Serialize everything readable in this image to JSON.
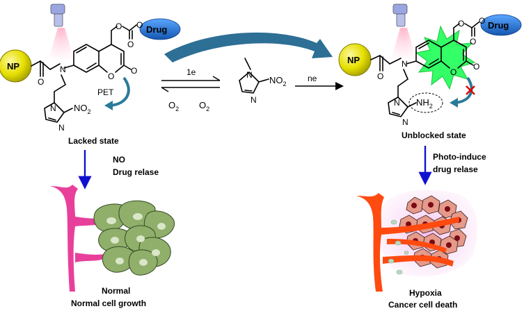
{
  "colors": {
    "np_sphere": "#e6e000",
    "drug_pill": "#1f6fd1",
    "big_arrow": "#2d6f95",
    "down_arrow": "#1010d0",
    "pet_arrow": "#2a7a9a",
    "vessel_normal": "#e8409a",
    "vessel_hypoxia": "#ff4a10",
    "cell_normal": "#8faf6a",
    "cell_cancer": "#e59a8a",
    "hypoxia_glow": "#f2b6e6",
    "fluor_burst": "#33ff66",
    "block_x": "#e00000"
  },
  "left_molecule": {
    "np": "NP",
    "drug": "Drug",
    "pet": "PET",
    "no2": "NO",
    "no2_sub": "2",
    "n_amine": "N",
    "n_ring1": "N",
    "n_ring2": "N",
    "o_carbonyl": "O",
    "o_lactone": "O",
    "o_lactone_carbonyl": "O",
    "o_ester1": "O",
    "o_ester2": "O",
    "o_ester3": "O",
    "state": "Lacked state"
  },
  "middle": {
    "arrow_top": "1e",
    "o2_left": "O",
    "o2_left_sub": "2",
    "o2_right": "O",
    "o2_right_sub": "2",
    "ne": "ne",
    "n_ring1": "N",
    "n_ring2": "N",
    "no2": "NO",
    "no2_sub": "2"
  },
  "right_molecule": {
    "np": "NP",
    "drug": "Drug",
    "nh2": "NH",
    "nh2_sub": "2",
    "n_amine": "N",
    "n_ring1": "N",
    "n_ring2": "N",
    "o_carbonyl": "O",
    "o_lactone": "O",
    "o_lactone_carbonyl": "O",
    "o_ester1": "O",
    "o_ester2": "O",
    "o_ester3": "O",
    "state": "Unblocked state"
  },
  "left_path": {
    "line1": "NO",
    "line2": "Drug relase",
    "caption1": "Normal",
    "caption2": "Normal cell growth"
  },
  "right_path": {
    "line1": "Photo-induce",
    "line2": "drug relase",
    "caption1": "Hypoxia",
    "caption2": "Cancer cell death"
  }
}
